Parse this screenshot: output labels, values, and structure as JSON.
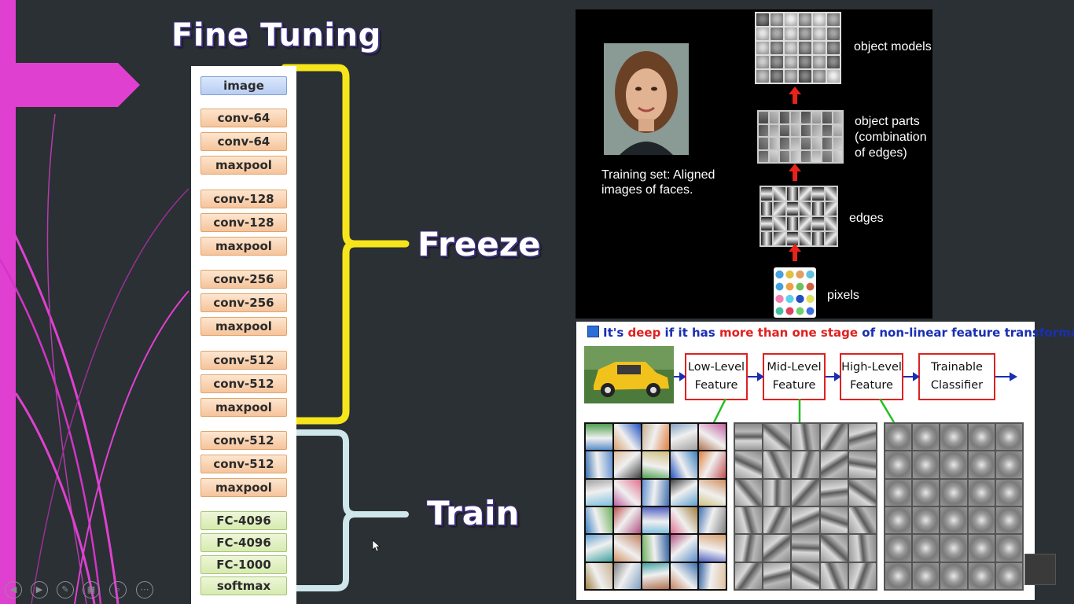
{
  "slide": {
    "title": "Fine Tuning",
    "freeze_label": "Freeze",
    "train_label": "Train"
  },
  "network": {
    "layers": [
      {
        "label": "image",
        "kind": "input"
      },
      {
        "label": "conv-64",
        "kind": "conv"
      },
      {
        "label": "conv-64",
        "kind": "conv"
      },
      {
        "label": "maxpool",
        "kind": "conv"
      },
      {
        "label": "conv-128",
        "kind": "conv"
      },
      {
        "label": "conv-128",
        "kind": "conv"
      },
      {
        "label": "maxpool",
        "kind": "conv"
      },
      {
        "label": "conv-256",
        "kind": "conv"
      },
      {
        "label": "conv-256",
        "kind": "conv"
      },
      {
        "label": "maxpool",
        "kind": "conv"
      },
      {
        "label": "conv-512",
        "kind": "conv"
      },
      {
        "label": "conv-512",
        "kind": "conv"
      },
      {
        "label": "maxpool",
        "kind": "conv"
      },
      {
        "label": "conv-512",
        "kind": "conv"
      },
      {
        "label": "conv-512",
        "kind": "conv"
      },
      {
        "label": "maxpool",
        "kind": "conv"
      },
      {
        "label": "FC-4096",
        "kind": "fc"
      },
      {
        "label": "FC-4096",
        "kind": "fc"
      },
      {
        "label": "FC-1000",
        "kind": "fc"
      },
      {
        "label": "softmax",
        "kind": "fc"
      }
    ]
  },
  "face_panel": {
    "caption_line1": "Training set: Aligned",
    "caption_line2": "images of faces.",
    "levels": {
      "object_models": "object models",
      "object_parts_1": "object parts",
      "object_parts_2": "(combination",
      "object_parts_3": "of edges)",
      "edges": "edges",
      "pixels": "pixels"
    }
  },
  "deep_panel": {
    "headline": {
      "part1": "It's ",
      "part2": "deep",
      "part3": " if it has ",
      "part4": "more than one stage",
      "part5": " of non-linear feature transformation"
    },
    "stages": [
      {
        "line1": "Low-Level",
        "line2": "Feature"
      },
      {
        "line1": "Mid-Level",
        "line2": "Feature"
      },
      {
        "line1": "High-Level",
        "line2": "Feature"
      },
      {
        "line1": "Trainable",
        "line2": "Classifier"
      }
    ]
  },
  "colors": {
    "background": "#2a3034",
    "accent_magenta": "#e040d0",
    "freeze_brace": "#f5e51a",
    "train_brace": "#cfe6ea",
    "headline_blue": "#1a2fb0",
    "headline_red": "#e02020"
  },
  "toolbar": {
    "icons": [
      "back-icon",
      "forward-icon",
      "pen-icon",
      "slides-icon",
      "zoom-icon",
      "more-icon"
    ]
  }
}
